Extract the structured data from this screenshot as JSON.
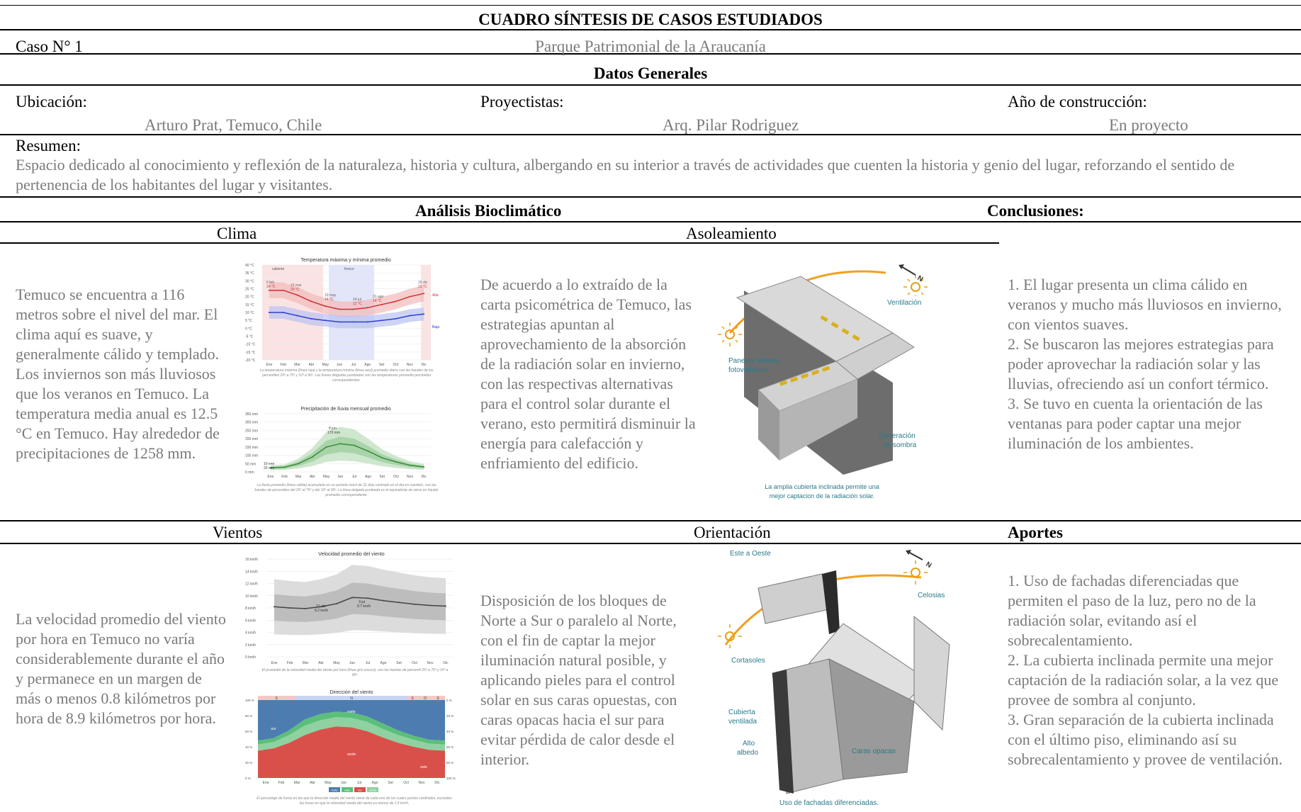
{
  "title": "CUADRO SÍNTESIS DE CASOS ESTUDIADOS",
  "caso": {
    "label": "Caso N° 1",
    "name": "Parque Patrimonial de la Araucanía"
  },
  "datos_generales": "Datos Generales",
  "ubicacion": {
    "label": "Ubicación:",
    "value": "Arturo Prat, Temuco, Chile"
  },
  "proyectistas": {
    "label": "Proyectistas:",
    "value": "Arq. Pilar Rodriguez"
  },
  "anio": {
    "label": "Año de construcción:",
    "value": "En proyecto"
  },
  "resumen": {
    "label": "Resumen:",
    "text": "Espacio dedicado al conocimiento y reflexión de la naturaleza, historia y cultura, albergando en su interior a través de actividades que cuenten la historia y genio del lugar, reforzando el sentido de pertenencia de los habitantes del lugar y visitantes."
  },
  "analisis": "Análisis Bioclimático",
  "conclusiones": {
    "label": "Conclusiones:",
    "text": "1. El lugar presenta un clima cálido en veranos y mucho más lluviosos en invierno, con vientos suaves.\n2. Se buscaron las mejores estrategias para poder aprovechar la radiación solar y las lluvias, ofreciendo así un confort térmico.\n3. Se tuvo en cuenta la orientación de las ventanas para poder captar una mejor iluminación de los ambientes."
  },
  "clima": {
    "label": "Clima",
    "text": "Temuco se encuentra a 116 metros sobre el nivel del mar. El clima aquí es suave, y generalmente cálido y templado. Los inviernos son más lluviosos que los veranos en Temuco. La temperatura media anual es 12.5 °C en Temuco. Hay alrededor de precipitaciones de 1258 mm."
  },
  "asoleamiento": {
    "label": "Asoleamiento",
    "text": "De acuerdo a lo extraído de la carta psicométrica de Temuco, las estrategias apuntan al aprovechamiento de la absorción de la radiación solar en invierno, con las respectivas alternativas para el control solar durante el verano, esto permitirá disminuir la energía para calefacción y enfriamiento del edificio.",
    "fig_labels": {
      "ventilacion": "Ventilación",
      "paneles1": "Paneles solares",
      "paneles2": "fotovoltaicos",
      "generacion1": "Generación",
      "generacion2": "de sombra",
      "caption1": "La amplia cubierta inclinada permite una",
      "caption2": "mejor captacion de la radiación solar."
    }
  },
  "vientos": {
    "label": "Vientos",
    "text": "La velocidad promedio del viento por hora en Temuco no varía considerablemente durante el año y permanece en un margen de más o menos 0.8 kilómetros por hora de 8.9 kilómetros por hora."
  },
  "orientacion": {
    "label": "Orientación",
    "text": "Disposición de los bloques de Norte a Sur o paralelo al Norte, con el fin de captar la mejor iluminación natural posible, y aplicando pieles para el control solar en sus caras opuestas, con caras opacas hacia el sur para evitar pérdida de calor desde el interior.",
    "fig_labels": {
      "este_oeste": "Este a Oeste",
      "celosias": "Celosias",
      "cortasoles": "Cortasoles",
      "cubierta1": "Cubierta",
      "cubierta2": "ventilada",
      "alto1": "Alto",
      "alto2": "albedo",
      "caras": "Caras opacas",
      "caption": "Uso de fachadas diferenciadas."
    }
  },
  "aportes": {
    "label": "Aportes",
    "text": "1. Uso de fachadas diferenciadas que permiten el paso de la luz, pero no de la radiación solar, evitando así el sobrecalentamiento.\n2. La cubierta inclinada permite una mejor captación de la radiación solar, a la vez que provee de sombra al conjunto.\n3. Gran separación de la cubierta inclinada con el último piso, eliminando así su sobrecalentamiento y provee de ventilación."
  },
  "charts": {
    "months": [
      "Ene",
      "Feb",
      "Mar",
      "Abr",
      "May",
      "Jun",
      "Jul",
      "Ago",
      "Set",
      "Oct",
      "Nov",
      "Dic"
    ],
    "temp": {
      "title": "Temperatura máxima y mínima promedio",
      "season_warm": "caliente",
      "season_cool": "fresco",
      "yticks": [
        "40 °C",
        "35 °C",
        "30 °C",
        "25 °C",
        "20 °C",
        "15 °C",
        "10 °C",
        "5 °C",
        "0 °C",
        "-5 °C",
        "-10 °C",
        "-15 °C",
        "-20 °C"
      ],
      "max": [
        24,
        24,
        21,
        17,
        14,
        12,
        12,
        13,
        15,
        17,
        20,
        22
      ],
      "min": [
        10,
        10,
        8,
        6,
        5,
        4,
        4,
        4,
        5,
        6,
        8,
        9
      ],
      "ylim": [
        -20,
        40
      ],
      "right_max": "Alta",
      "right_min": "Baja",
      "ann": [
        "6 feb",
        "24 °C",
        "15 mar",
        "20 °C",
        "19 may",
        "14 °C",
        "24 jul",
        "12 °C",
        "31 ago",
        "14 °C",
        "16 dic",
        "22 °C"
      ],
      "caption": "La temperatura máxima (línea roja) y la temperatura mínima (línea azul) promedio diario con las bandas de los percentiles 25º a 75º y 10º a 90º. Las líneas delgadas punteadas son las temperaturas promedio percibidas correspondientes."
    },
    "rain": {
      "title": "Precipitación de lluvia mensual promedio",
      "yticks": [
        "350 mm",
        "300 mm",
        "250 mm",
        "200 mm",
        "150 mm",
        "100 mm",
        "50 mm",
        "0 mm"
      ],
      "values": [
        25,
        28,
        50,
        90,
        150,
        170,
        160,
        125,
        85,
        60,
        40,
        30
      ],
      "ylim": [
        0,
        350
      ],
      "ann": [
        "8 jun",
        "170 mm",
        "10 ene",
        "20 mm"
      ],
      "caption": "La lluvia promedio (línea sólida) acumulada en un periodo móvil de 31 días centrado en el día en cuestión, con las bandas de percentiles del 25º al 75º y del 10º al 90º. La línea delgada punteada es el equivalente de nieve en líquido promedio correspondiente."
    },
    "wind": {
      "title": "Velocidad promedio del viento",
      "yticks": [
        "16 km/h",
        "14 km/h",
        "12 km/h",
        "10 km/h",
        "8 km/h",
        "6 km/h",
        "4 km/h",
        "2 km/h",
        "0 km/h"
      ],
      "values": [
        8.2,
        8.0,
        7.9,
        8.2,
        8.7,
        9.7,
        9.6,
        9.2,
        8.9,
        8.6,
        8.4,
        8.3
      ],
      "ylim": [
        0,
        16
      ],
      "ann": [
        "21 abr",
        "8.2 km/h",
        "3 jul",
        "9.7 km/h"
      ],
      "caption": "El promedio de la velocidad media del viento por hora (línea gris oscuro), con las bandas de percentil 25º a 75º y 10º a 90º."
    },
    "dir": {
      "title": "Dirección del viento",
      "top_labels": [
        "S",
        "N",
        "S",
        "O",
        "S"
      ],
      "left_ticks": [
        "100 %",
        "80 %",
        "60 %",
        "40 %",
        "20 %",
        "0 %"
      ],
      "right_ticks": [
        "0 %",
        "20 %",
        "40 %",
        "60 %",
        "80 %",
        "100 %"
      ],
      "areas": [
        "sur",
        "norte",
        "oeste",
        "este"
      ],
      "legend": [
        "norte",
        "este",
        "sur",
        "oeste"
      ],
      "caption": "El porcentaje de horas en las que la dirección media del viento viene de cada uno de los cuatro puntos cardinales, excluidas las horas en que la velocidad media del viento es menos de 1.6 km/h."
    }
  }
}
